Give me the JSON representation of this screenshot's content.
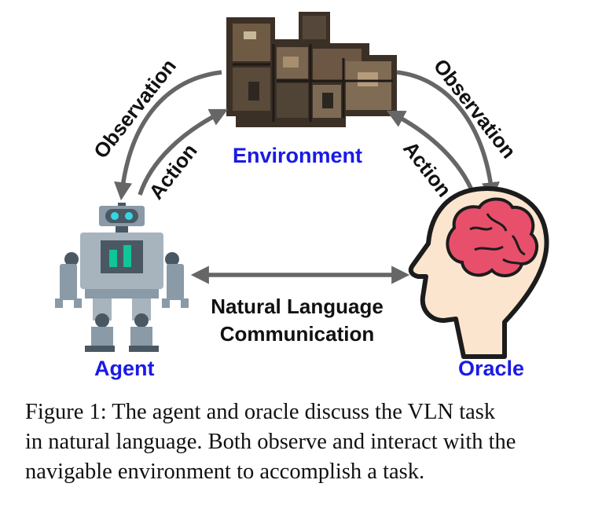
{
  "diagram": {
    "nodes": {
      "environment": "Environment",
      "agent": "Agent",
      "oracle": "Oracle"
    },
    "edges": {
      "left_observation": "Observation",
      "left_action": "Action",
      "right_observation": "Observation",
      "right_action": "Action",
      "communication_line1": "Natural Language",
      "communication_line2": "Communication"
    },
    "colors": {
      "node_label": "#1a1ae6",
      "arrow": "#666666",
      "robot_body": "#8a9aa6",
      "robot_dark": "#4a5863",
      "robot_eye": "#35d6e0",
      "robot_chest": "#10c596",
      "head_skin": "#fbe5cf",
      "head_outline": "#1c1c1c",
      "brain": "#e84f6b"
    },
    "icons": {
      "environment": "house-floorplan-image",
      "agent": "robot-icon",
      "oracle": "human-head-brain-icon"
    }
  },
  "caption": {
    "line1": "Figure 1: The agent and oracle discuss the VLN task",
    "line2": "in natural language. Both observe and interact with the",
    "line3": "navigable environment to accomplish a task."
  }
}
